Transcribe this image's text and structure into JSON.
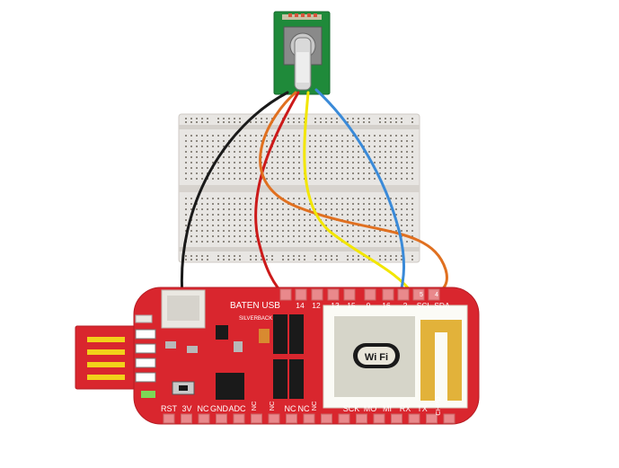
{
  "board": {
    "title": "BATEN USB",
    "subtitle": "SILVERBACK",
    "top_pins": [
      "14",
      "12",
      "13",
      "15",
      "0",
      "16",
      "2",
      "SCL",
      "SDA"
    ],
    "top_pins_small": [
      "5",
      "4"
    ],
    "bottom_pins": [
      "RST",
      "3V",
      "NC",
      "GND",
      "ADC",
      "NC",
      "NC",
      "NC",
      "NC",
      "NC",
      "SCK",
      "MO",
      "MI",
      "RX",
      "TX",
      "CHPD"
    ],
    "wifi_logo": "Wi Fi"
  },
  "wires": [
    {
      "name": "black",
      "color": "#1a1a1a"
    },
    {
      "name": "red",
      "color": "#cc1a1a"
    },
    {
      "name": "orange",
      "color": "#e07020"
    },
    {
      "name": "yellow",
      "color": "#f2e600"
    },
    {
      "name": "blue",
      "color": "#3a8ad8"
    }
  ],
  "colors": {
    "board": "#d9262e",
    "module_pcb": "#1f8a3a",
    "breadboard": "#e8e6e3"
  }
}
